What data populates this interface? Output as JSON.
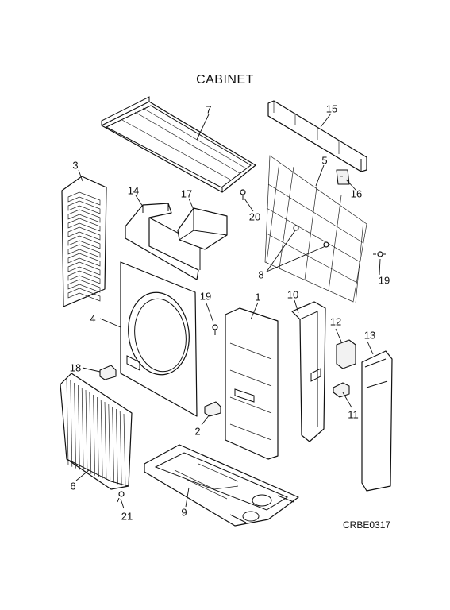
{
  "diagram": {
    "title": "CABINET",
    "drawing_code": "CRBE0317",
    "parts": [
      {
        "id": "p1",
        "label": "1"
      },
      {
        "id": "p2",
        "label": "2"
      },
      {
        "id": "p3",
        "label": "3"
      },
      {
        "id": "p4",
        "label": "4"
      },
      {
        "id": "p5",
        "label": "5"
      },
      {
        "id": "p6",
        "label": "6"
      },
      {
        "id": "p7",
        "label": "7"
      },
      {
        "id": "p8",
        "label": "8"
      },
      {
        "id": "p9",
        "label": "9"
      },
      {
        "id": "p10",
        "label": "10"
      },
      {
        "id": "p11",
        "label": "11"
      },
      {
        "id": "p12",
        "label": "12"
      },
      {
        "id": "p13",
        "label": "13"
      },
      {
        "id": "p14",
        "label": "14"
      },
      {
        "id": "p15",
        "label": "15"
      },
      {
        "id": "p16",
        "label": "16"
      },
      {
        "id": "p17",
        "label": "17"
      },
      {
        "id": "p18",
        "label": "18"
      },
      {
        "id": "p19a",
        "label": "19"
      },
      {
        "id": "p19b",
        "label": "19"
      },
      {
        "id": "p20",
        "label": "20"
      },
      {
        "id": "p21",
        "label": "21"
      }
    ]
  }
}
